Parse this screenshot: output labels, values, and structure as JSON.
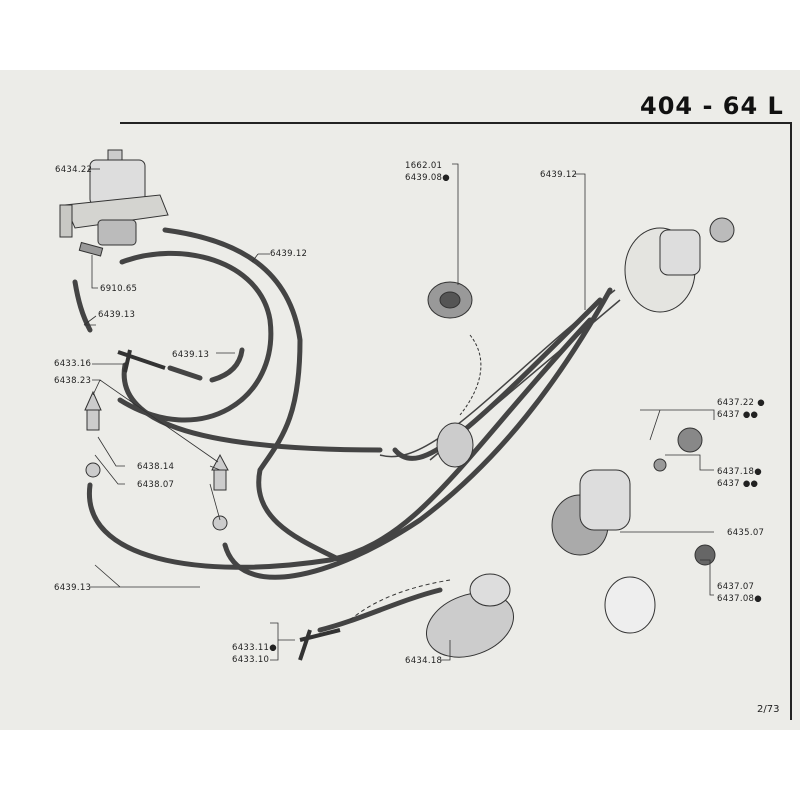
{
  "header": {
    "title": "404 - 64 L"
  },
  "footer": {
    "page": "2/73"
  },
  "parts": {
    "p1": "6434.22",
    "p2": "6910.65",
    "p3": "6439.13",
    "p4": "6439.12",
    "p5": "6433.16",
    "p6": "6439.13",
    "p7": "6438.23",
    "p8": "6438.14",
    "p9": "6438.07",
    "p10": "6439.13",
    "p11": "1662.01",
    "p12": "6439.08●",
    "p13": "6439.12",
    "p14": "6437.22 ●",
    "p15": "6437 ●●",
    "p16": "6437.18●",
    "p17": "6437 ●●",
    "p18": "6435.07",
    "p19": "6437.07",
    "p20": "6437.08●",
    "p21": "6433.11●",
    "p22": "6433.10",
    "p23": "6434.18"
  }
}
